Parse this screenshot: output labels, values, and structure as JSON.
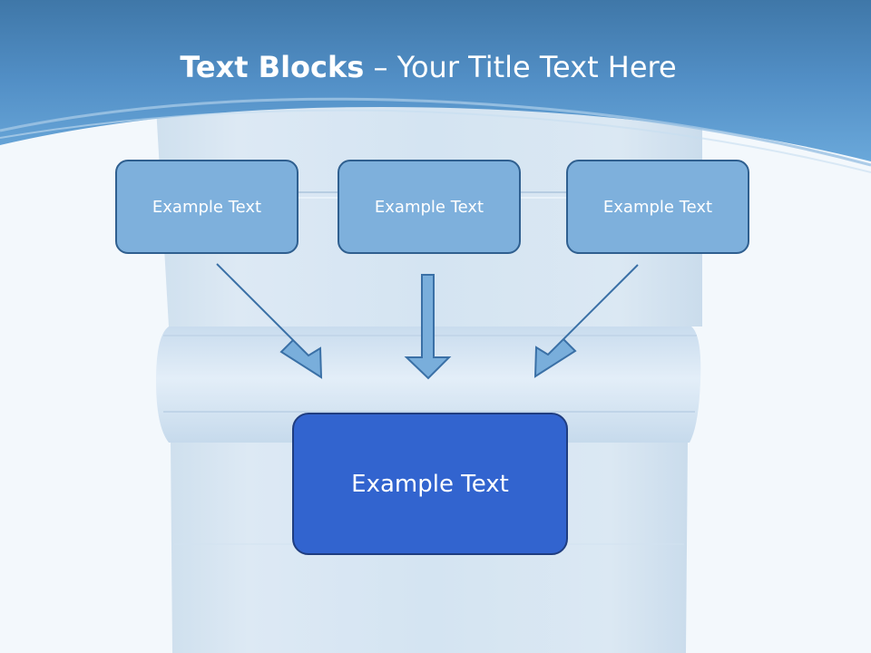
{
  "slide": {
    "title_bold": "Text Blocks",
    "title_rest": " – Your Title Text Here",
    "boxes": [
      {
        "label": "Example Text"
      },
      {
        "label": "Example Text"
      },
      {
        "label": "Example Text"
      }
    ],
    "result_box": {
      "label": "Example Text"
    }
  },
  "colors": {
    "header_blue": "#5a9bd0",
    "small_box_fill": "#7eb0dc",
    "small_box_border": "#2f5f8f",
    "result_box_fill": "#3264cf",
    "arrow_fill": "#79aedb",
    "arrow_stroke": "#3a70a6"
  }
}
